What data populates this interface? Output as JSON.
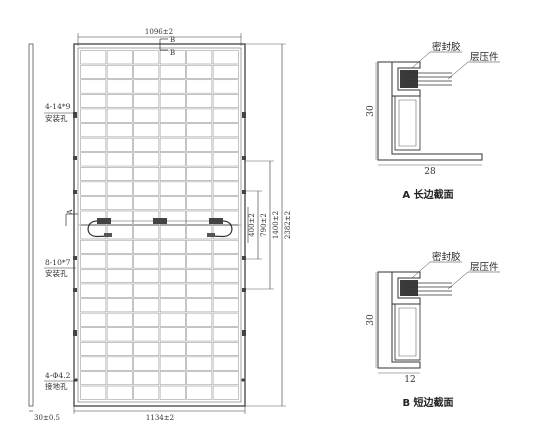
{
  "panel": {
    "top_width": "1096±2",
    "bottom_width": "1134±2",
    "thickness": "30±0.5",
    "height": "2382±2",
    "dim_1400": "1400±2",
    "dim_790": "790±2",
    "dim_400": "400±2",
    "section_A_marker": "A",
    "section_B_marker": "B",
    "section_A_side": "A",
    "mounting_hole_spec": "4-14*9",
    "mounting_hole_label": "安装孔",
    "secondary_hole_spec": "8-10*7",
    "secondary_hole_label": "安装孔",
    "ground_hole_spec": "4-Φ4.2",
    "ground_hole_label": "接地孔",
    "grid_columns": 6,
    "grid_rows": 24
  },
  "section_a": {
    "sealant_label": "密封胶",
    "laminate_label": "层压件",
    "height_dim": "30",
    "width_dim": "28",
    "caption": "A 长边截面"
  },
  "section_b": {
    "sealant_label": "密封胶",
    "laminate_label": "层压件",
    "height_dim": "30",
    "width_dim": "12",
    "caption": "B 短边截面"
  }
}
